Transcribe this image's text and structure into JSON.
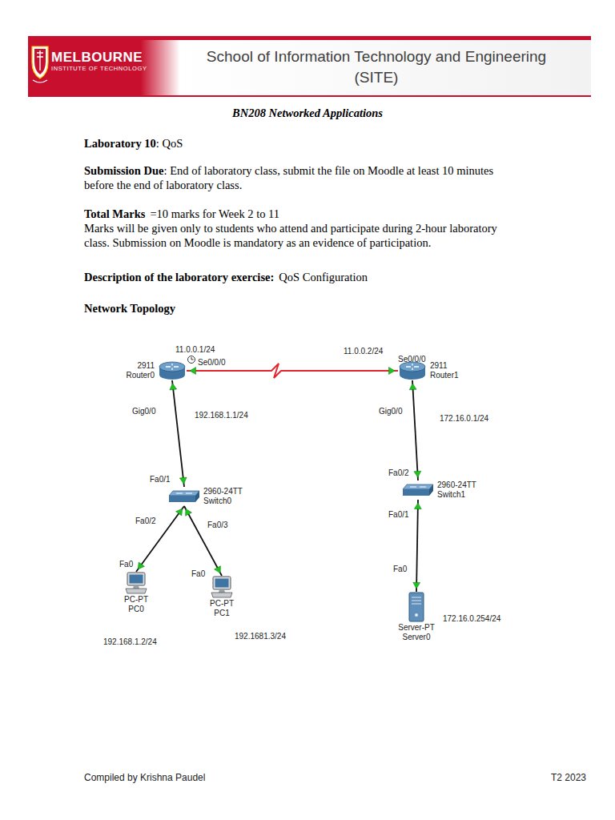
{
  "diagram": {
    "title": "BN208 Networked Applications",
    "nodes": [
      {
        "text": [
          "2911",
          "Router0"
        ]
      },
      {
        "text": [
          "2911",
          "Router1"
        ]
      },
      {
        "text": [
          "2960-24TT",
          "Switch0"
        ]
      },
      {
        "text": [
          "2960-24TT",
          "Switch1"
        ]
      },
      {
        "text": [
          "PC-PT",
          "PC0"
        ]
      },
      {
        "text": [
          "PC-PT",
          "PC1"
        ]
      },
      {
        "text": [
          "Server-PT",
          "Server0"
        ]
      }
    ],
    "edges": [
      {
        "from": 0,
        "to": 1,
        "arrow": "none"
      },
      {
        "from": 0,
        "to": 2,
        "arrow": "none"
      },
      {
        "from": 2,
        "to": 4,
        "arrow": "none"
      },
      {
        "from": 2,
        "to": 5,
        "arrow": "none"
      },
      {
        "from": 1,
        "to": 3,
        "arrow": "none"
      },
      {
        "from": 3,
        "to": 6,
        "arrow": "none"
      }
    ],
    "labels": [
      "MELBOURNE",
      "INSTITUTE OF TECHNOLOGY",
      "School of Information Technology and Engineering",
      "(SITE)",
      "Laboratory 10",
      ": QoS",
      "Submission Due",
      ": End of laboratory class, submit the file on Moodle at least 10 minutes before the end of laboratory class.",
      "Total Marks",
      "=10 marks for Week 2 to 11",
      "Marks will be given only to students who attend and participate during 2-hour laboratory class. Submission on Moodle is mandatory as an evidence of participation.",
      "Description of the laboratory exercise:",
      "QoS Configuration",
      "Network Topology",
      "Compiled by Krishna Paudel",
      "T2 2023",
      "11.0.0.1/24",
      "Se0/0/0",
      "11.0.0.2/24",
      "Se0/0/0",
      "Gig0/0",
      "192.168.1.1/24",
      "Gig0/0",
      "172.16.0.1/24",
      "Fa0/1",
      "Fa0/2",
      "Fa0/3",
      "Fa0",
      "Fa0",
      "192.168.1.2/24",
      "192.1681.3/24",
      "Fa0/2",
      "Fa0/1",
      "Fa0",
      "172.16.0.254/24"
    ]
  }
}
